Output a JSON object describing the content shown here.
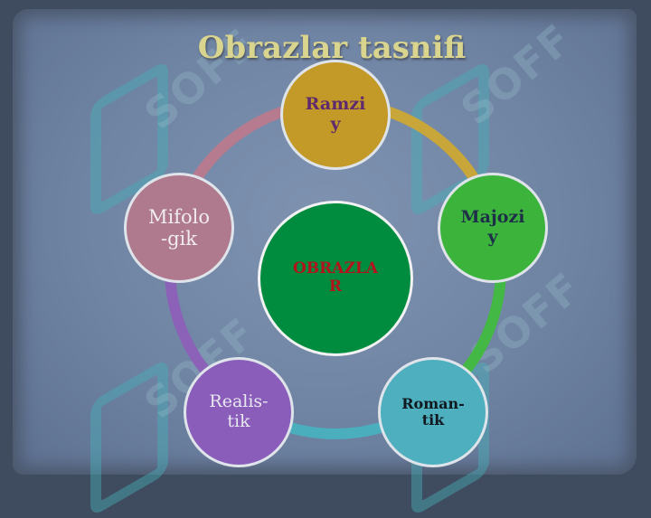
{
  "title": "Obrazlar tasnifi",
  "watermark_text": "SOFF",
  "center": {
    "label": "OBRAZLA\nR",
    "fill": "#008c3f",
    "text_color": "#b3141b"
  },
  "nodes": [
    {
      "id": "ramzi",
      "label": "Ramzi\ny",
      "fill": "#c39a27",
      "text_color": "#5f2a6e",
      "ring_color": "#c9a63a"
    },
    {
      "id": "majozi",
      "label": "Majozi\ny",
      "fill": "#3cb43c",
      "text_color": "#1e3048",
      "ring_color": "#44b844"
    },
    {
      "id": "roman",
      "label": "Roman-\ntik",
      "fill": "#4eafbe",
      "text_color": "#101820",
      "ring_color": "#4aaebd"
    },
    {
      "id": "real",
      "label": "Realis-\ntik",
      "fill": "#8a5dba",
      "text_color": "#e8e8f0",
      "ring_color": "#8c62b8"
    },
    {
      "id": "mifo",
      "label": "Mifolo\n-gik",
      "fill": "#b07a8e",
      "text_color": "#f0ecee",
      "ring_color": "#b77b8f"
    }
  ],
  "colors": {
    "title": "#d9d58f",
    "background": "#6f83a3"
  }
}
